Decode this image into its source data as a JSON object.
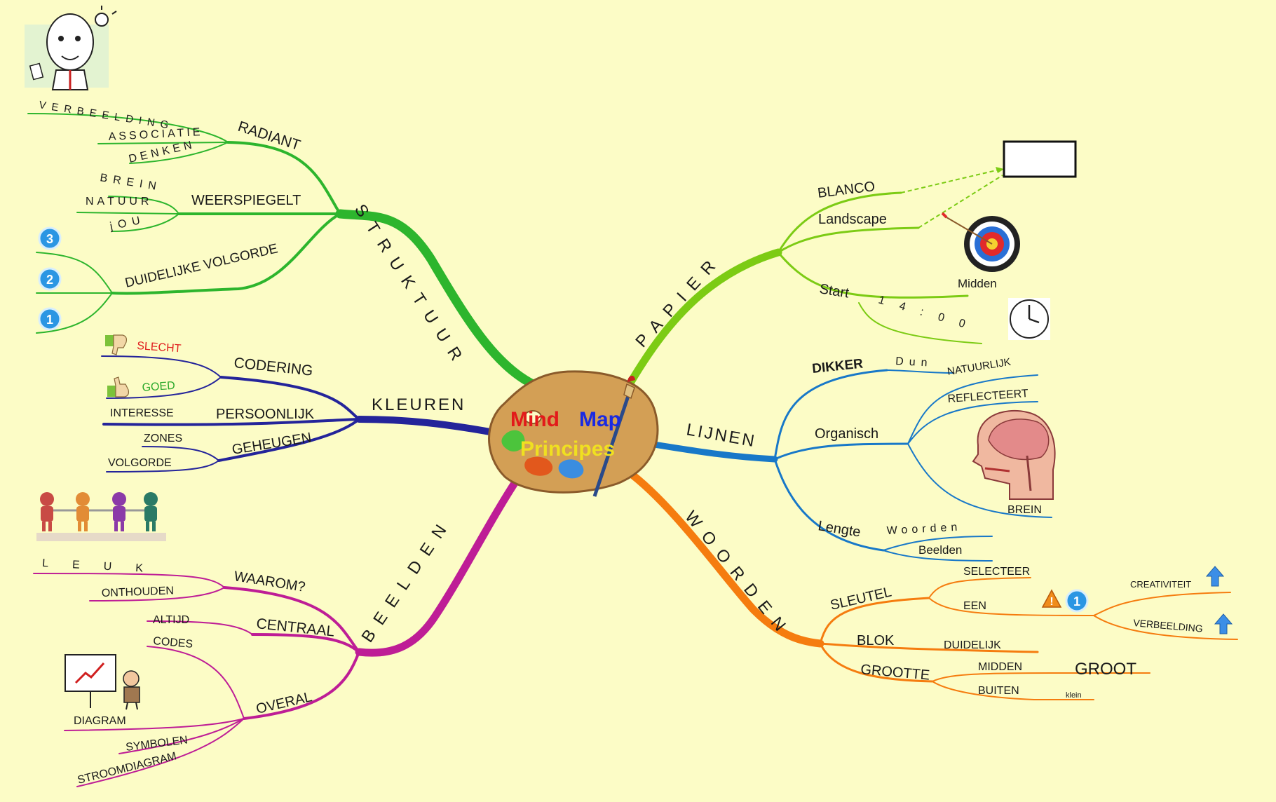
{
  "central": {
    "mind": "Mind",
    "map": "Map",
    "principes": "Principes"
  },
  "struktuur": {
    "label": "STRUKTUUR",
    "radiant": {
      "label": "RADIANT",
      "items": [
        "VERBEELDING",
        "ASSOCIATIE",
        "DENKEN"
      ]
    },
    "weerspiegelt": {
      "label": "WEERSPIEGELT",
      "items": [
        "BREIN",
        "NATUUR",
        "jOU"
      ]
    },
    "volgorde": {
      "label": "DUIDELIJKE VOLGORDE",
      "badges": [
        "3",
        "2",
        "1"
      ]
    }
  },
  "kleuren": {
    "label": "KLEUREN",
    "codering": {
      "label": "CODERING",
      "items": [
        "SLECHT",
        "GOED"
      ]
    },
    "persoonlijk": {
      "label": "PERSOONLIJK",
      "items": [
        "INTERESSE"
      ]
    },
    "geheugen": {
      "label": "GEHEUGEN",
      "items": [
        "ZONES",
        "VOLGORDE"
      ]
    }
  },
  "beelden": {
    "label": "BEELDEN",
    "waarom": {
      "label": "WAAROM?",
      "items": [
        "LEUK",
        "ONTHOUDEN"
      ]
    },
    "centraal": {
      "label": "CENTRAAL",
      "items": [
        "ALTIJD"
      ]
    },
    "overal": {
      "label": "OVERAL",
      "items": [
        "CODES",
        "DIAGRAM",
        "SYMBOLEN",
        "STROOMDIAGRAM"
      ]
    }
  },
  "papier": {
    "label": "PAPIER",
    "blanco": "BLANCO",
    "landscape": "Landscape",
    "start": {
      "label": "Start",
      "items": [
        "Midden",
        "14:00"
      ]
    }
  },
  "lijnen": {
    "label": "LIJNEN",
    "dikker": {
      "label": "DIKKER",
      "items": [
        "Dun"
      ]
    },
    "organisch": {
      "label": "Organisch",
      "items": [
        "NATUURLIJK",
        "REFLECTEERT",
        "BREIN"
      ]
    },
    "lengte": {
      "label": "Lengte",
      "items": [
        "Woorden",
        "Beelden"
      ]
    }
  },
  "woorden": {
    "label": "WOORDEN",
    "sleutel": {
      "label": "SLEUTEL",
      "items": [
        "SELECTEER",
        "EEN"
      ],
      "een_items": [
        "CREATIVITEIT",
        "VERBEELDING"
      ],
      "badge": "1"
    },
    "blok": {
      "label": "BLOK",
      "items": [
        "DUIDELIJK"
      ]
    },
    "grootte": {
      "label": "GROOTTE",
      "items": [
        "MIDDEN",
        "BUITEN"
      ],
      "midden_items": [
        "GROOT"
      ],
      "buiten_items": [
        "klein"
      ]
    }
  },
  "colors": {
    "struktuur": "#2db52d",
    "kleuren": "#24249a",
    "beelden": "#be1d96",
    "papier": "#7ccb14",
    "lijnen": "#1878c8",
    "woorden": "#f57c0f",
    "background": "#fcfcc6"
  },
  "icons": [
    "idea-cartoon",
    "thumbs-down-icon",
    "thumbs-up-icon",
    "children-silhouettes",
    "diagram-presenter",
    "target-icon",
    "clock-icon",
    "brain-anatomy",
    "warning-icon",
    "up-arrow-icon",
    "palette-icon"
  ]
}
